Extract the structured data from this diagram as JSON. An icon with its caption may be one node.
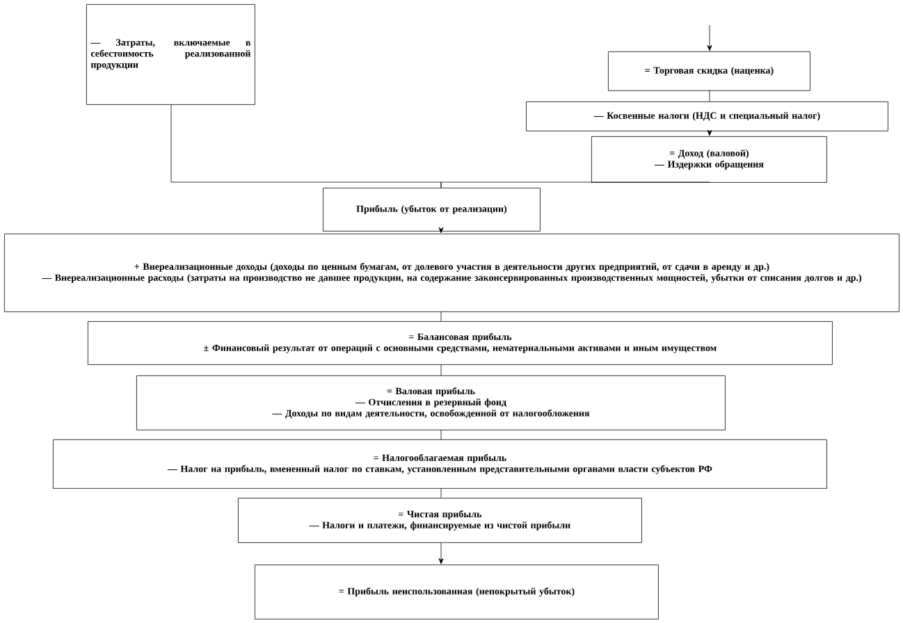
{
  "diagram": {
    "nodes": [
      {
        "text": [
          "— Затраты, включаемые в себестоимость реализованной продукции"
        ]
      },
      {
        "text": [
          "= Торговая скидка (наценка)"
        ]
      },
      {
        "text": [
          "— Косвенные налоги (НДС и специальный налог)"
        ]
      },
      {
        "text": [
          "= Доход (валовой)",
          "— Издержки обращения"
        ]
      },
      {
        "text": [
          "Прибыль (убыток от реализации)"
        ]
      },
      {
        "text": [
          "+ Внереализационные доходы (доходы по ценным бумагам, от долевого участия в деятельности других предприятий, от сдачи в аренду и др.)",
          "— Внереализационные расходы (затраты на производство не давшее продукции, на содержание законсервированных производственных мощностей, убытки от списания долгов и др.)"
        ]
      },
      {
        "text": [
          "= Балансовая прибыль",
          "± Финансовый результат от операций с основными средствами, нематериальными активами и иным имуществом"
        ]
      },
      {
        "text": [
          "= Валовая прибыль",
          "— Отчисления в резервный фонд",
          "— Доходы по видам деятельности, освобожденной от налогообложения"
        ]
      },
      {
        "text": [
          "= Налогооблагаемая прибыль",
          "— Налог на прибыль, вмененный налог по ставкам, установленным представительными органами власти субъектов РФ"
        ]
      },
      {
        "text": [
          "= Чистая прибыль",
          "— Налоги и платежи, финансируемые из чистой прибыли"
        ]
      },
      {
        "text": [
          "= Прибыль неиспользованная (непокрытый убыток)"
        ]
      }
    ],
    "edges": [
      {
        "from": null,
        "to": 1,
        "arrow": "to"
      },
      {
        "from": 1,
        "to": 2,
        "arrow": "none"
      },
      {
        "from": 2,
        "to": 3,
        "arrow": "to"
      },
      {
        "from": 0,
        "to": 4,
        "arrow": "none"
      },
      {
        "from": 3,
        "to": 4,
        "arrow": "none"
      },
      {
        "from": 4,
        "to": 5,
        "arrow": "to"
      },
      {
        "from": 5,
        "to": 6,
        "arrow": "none"
      },
      {
        "from": 6,
        "to": 7,
        "arrow": "none"
      },
      {
        "from": 7,
        "to": 8,
        "arrow": "none"
      },
      {
        "from": 8,
        "to": 9,
        "arrow": "none"
      },
      {
        "from": 9,
        "to": 10,
        "arrow": "to"
      }
    ]
  }
}
